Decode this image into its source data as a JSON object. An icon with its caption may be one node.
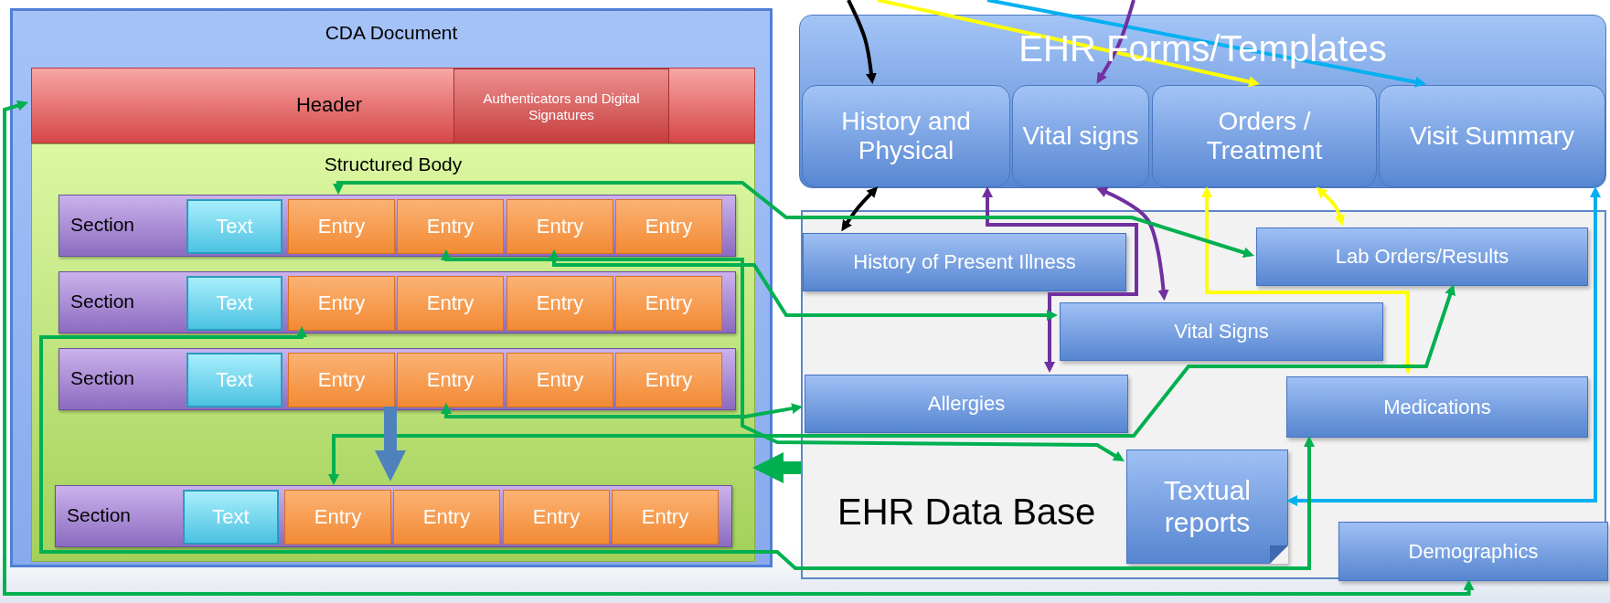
{
  "diagram": {
    "nodes": [
      {
        "text": [
          "CDA Document"
        ]
      },
      {
        "text": [
          "Header"
        ],
        "in": 0
      },
      {
        "text": [
          "Authenticators and Digital Signatures"
        ],
        "in": 1
      },
      {
        "text": [
          "Structured Body"
        ],
        "in": 0
      },
      {
        "text": [
          "Section"
        ],
        "in": 3
      },
      {
        "text": [
          "Text"
        ],
        "in": 4
      },
      {
        "text": [
          "Entry"
        ],
        "in": 4
      },
      {
        "text": [
          "Entry"
        ],
        "in": 4
      },
      {
        "text": [
          "Entry"
        ],
        "in": 4
      },
      {
        "text": [
          "Entry"
        ],
        "in": 4
      },
      {
        "text": [
          "Section"
        ],
        "in": 3
      },
      {
        "text": [
          "Text"
        ],
        "in": 10
      },
      {
        "text": [
          "Entry"
        ],
        "in": 10
      },
      {
        "text": [
          "Entry"
        ],
        "in": 10
      },
      {
        "text": [
          "Entry"
        ],
        "in": 10
      },
      {
        "text": [
          "Entry"
        ],
        "in": 10
      },
      {
        "text": [
          "Section"
        ],
        "in": 3
      },
      {
        "text": [
          "Text"
        ],
        "in": 16
      },
      {
        "text": [
          "Entry"
        ],
        "in": 16
      },
      {
        "text": [
          "Entry"
        ],
        "in": 16
      },
      {
        "text": [
          "Entry"
        ],
        "in": 16
      },
      {
        "text": [
          "Entry"
        ],
        "in": 16
      },
      {
        "text": [
          "Section"
        ],
        "in": 3
      },
      {
        "text": [
          "Text"
        ],
        "in": 22
      },
      {
        "text": [
          "Entry"
        ],
        "in": 22
      },
      {
        "text": [
          "Entry"
        ],
        "in": 22
      },
      {
        "text": [
          "Entry"
        ],
        "in": 22
      },
      {
        "text": [
          "Entry"
        ],
        "in": 22
      },
      {
        "text": [
          "EHR Forms/Templates"
        ]
      },
      {
        "text": [
          "History and Physical"
        ],
        "in": 28
      },
      {
        "text": [
          "Vital signs"
        ],
        "in": 28
      },
      {
        "text": [
          "Orders / Treatment"
        ],
        "in": 28
      },
      {
        "text": [
          "Visit Summary"
        ],
        "in": 28
      },
      {
        "text": [
          "EHR Data Base"
        ]
      },
      {
        "text": [
          "History of Present Illness"
        ],
        "in": 33
      },
      {
        "text": [
          "Lab Orders/Results"
        ],
        "in": 33
      },
      {
        "text": [
          "Vital Signs"
        ],
        "in": 33
      },
      {
        "text": [
          "Allergies"
        ],
        "in": 33
      },
      {
        "text": [
          "Medications"
        ],
        "in": 33
      },
      {
        "text": [
          "Textual reports"
        ],
        "in": 33
      },
      {
        "text": [
          "Demographics"
        ],
        "in": 33
      }
    ],
    "edges": [
      {
        "from": null,
        "to": 29,
        "arrow": "to",
        "color": "#000000"
      },
      {
        "from": null,
        "to": 31,
        "arrow": "to",
        "color": "#ffff00"
      },
      {
        "from": null,
        "to": 32,
        "arrow": "to",
        "color": "#00b0f0"
      },
      {
        "from": null,
        "to": 30,
        "arrow": "to",
        "color": "#7030a0"
      },
      {
        "from": 29,
        "to": 34,
        "arrow": "both",
        "color": "#000000"
      },
      {
        "from": 29,
        "to": 37,
        "arrow": "both",
        "color": "#7030a0"
      },
      {
        "from": 30,
        "to": 36,
        "arrow": "both",
        "color": "#7030a0"
      },
      {
        "from": 31,
        "to": 38,
        "arrow": "both",
        "color": "#ffff00"
      },
      {
        "from": 31,
        "to": 35,
        "arrow": "both",
        "color": "#ffff00"
      },
      {
        "from": 32,
        "to": 39,
        "arrow": "both",
        "color": "#00b0f0"
      },
      {
        "from": 6,
        "to": 35,
        "arrow": "both"
      },
      {
        "from": 7,
        "to": 39,
        "arrow": "both"
      },
      {
        "from": 8,
        "to": 36,
        "arrow": "both"
      },
      {
        "from": 12,
        "to": 38,
        "arrow": "both"
      },
      {
        "from": 19,
        "to": 37,
        "arrow": "both"
      },
      {
        "from": 24,
        "to": 35,
        "arrow": "both"
      },
      {
        "from": 1,
        "to": 40,
        "arrow": "both"
      },
      {
        "from": 33,
        "to": 3,
        "arrow": "to",
        "style": "thick"
      },
      {
        "from": 16,
        "to": 22,
        "arrow": "to",
        "style": "thick",
        "color": "#4f81bd"
      }
    ]
  }
}
